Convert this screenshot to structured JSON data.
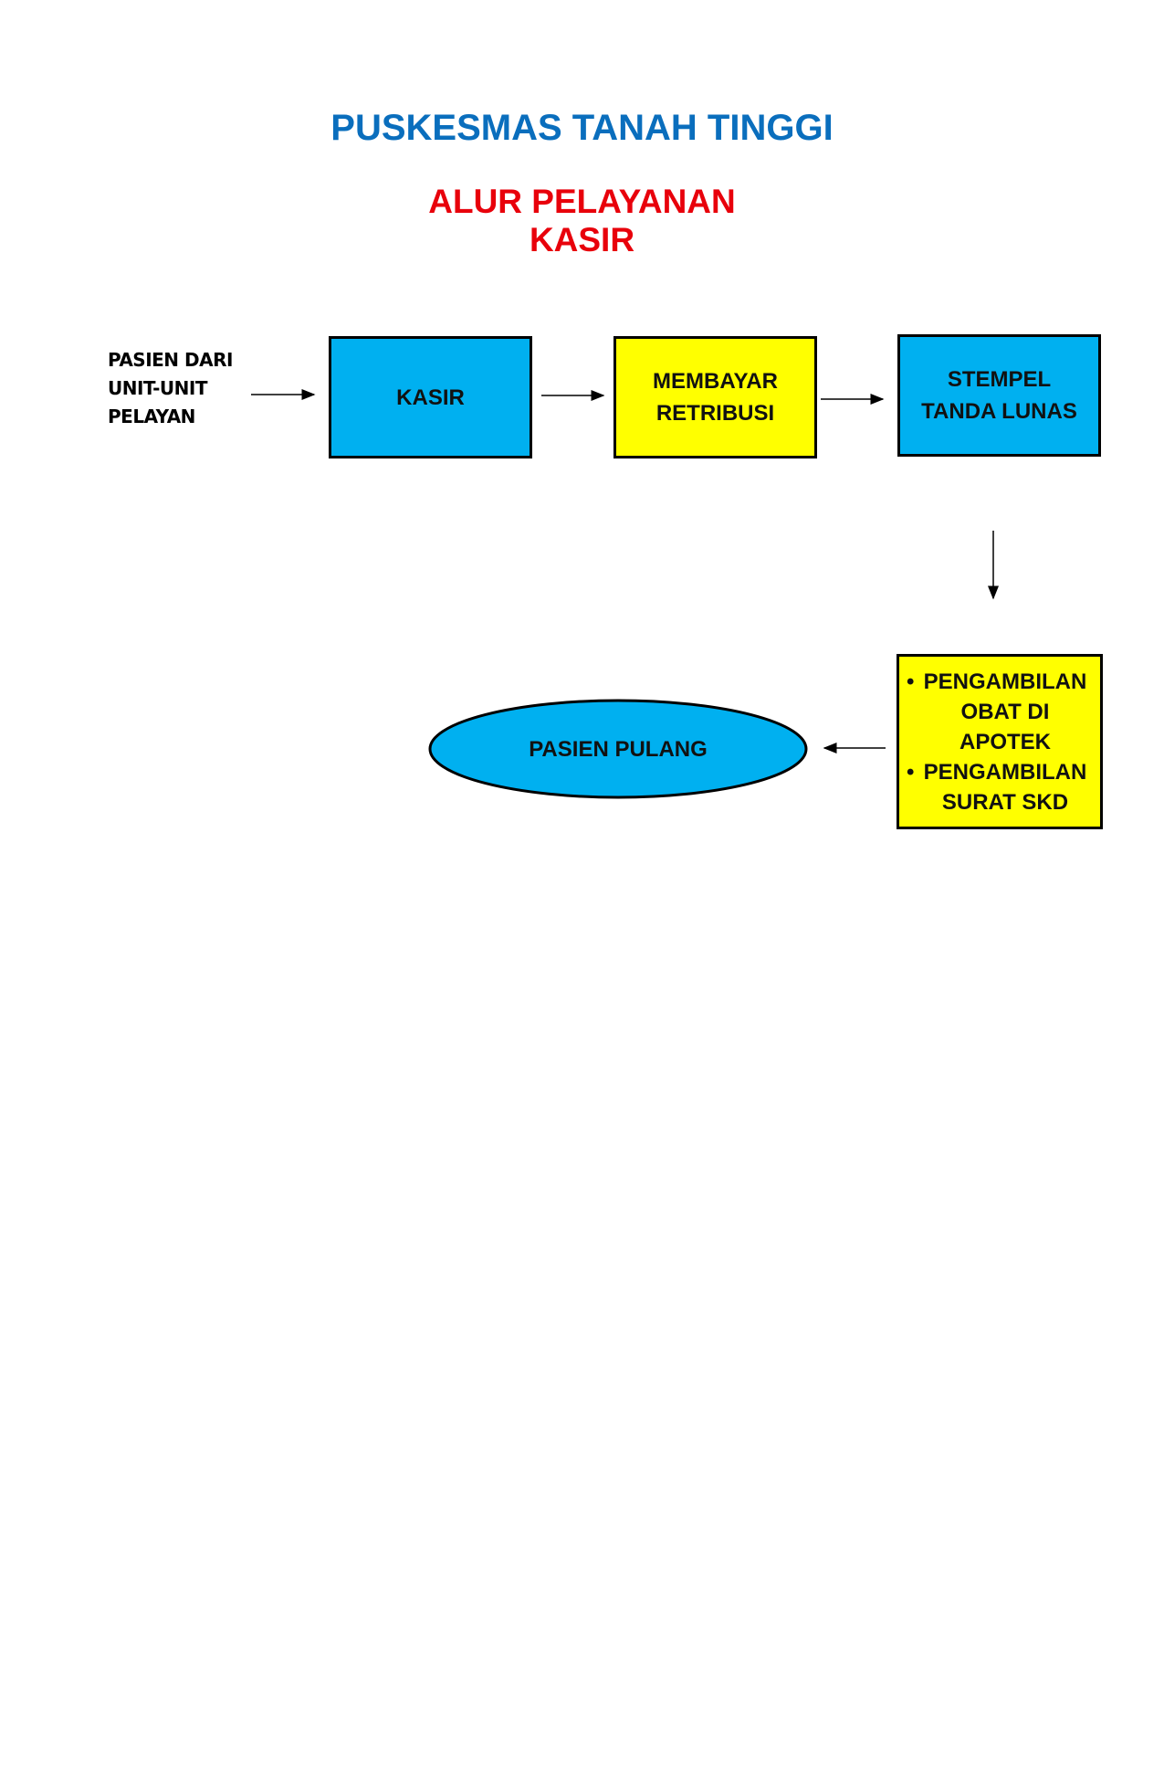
{
  "title": "PUSKESMAS TANAH TINGGI",
  "subtitle": [
    "ALUR PELAYANAN",
    "KASIR"
  ],
  "source_label": [
    "PASIEN DARI",
    "UNIT-UNIT",
    "PELAYAN"
  ],
  "nodes": {
    "kasir": "KASIR",
    "membayar": [
      "MEMBAYAR",
      "RETRIBUSI"
    ],
    "stempel": [
      "STEMPEL",
      "TANDA LUNAS"
    ],
    "pengambilan": [
      "PENGAMBILAN OBAT DI APOTEK",
      "PENGAMBILAN SURAT SKD"
    ],
    "pulang": "PASIEN PULANG"
  },
  "colors": {
    "blue": "#00b0f0",
    "yellow": "#ffff00",
    "title": "#0a6ebd",
    "subtitle": "#e8000b"
  }
}
